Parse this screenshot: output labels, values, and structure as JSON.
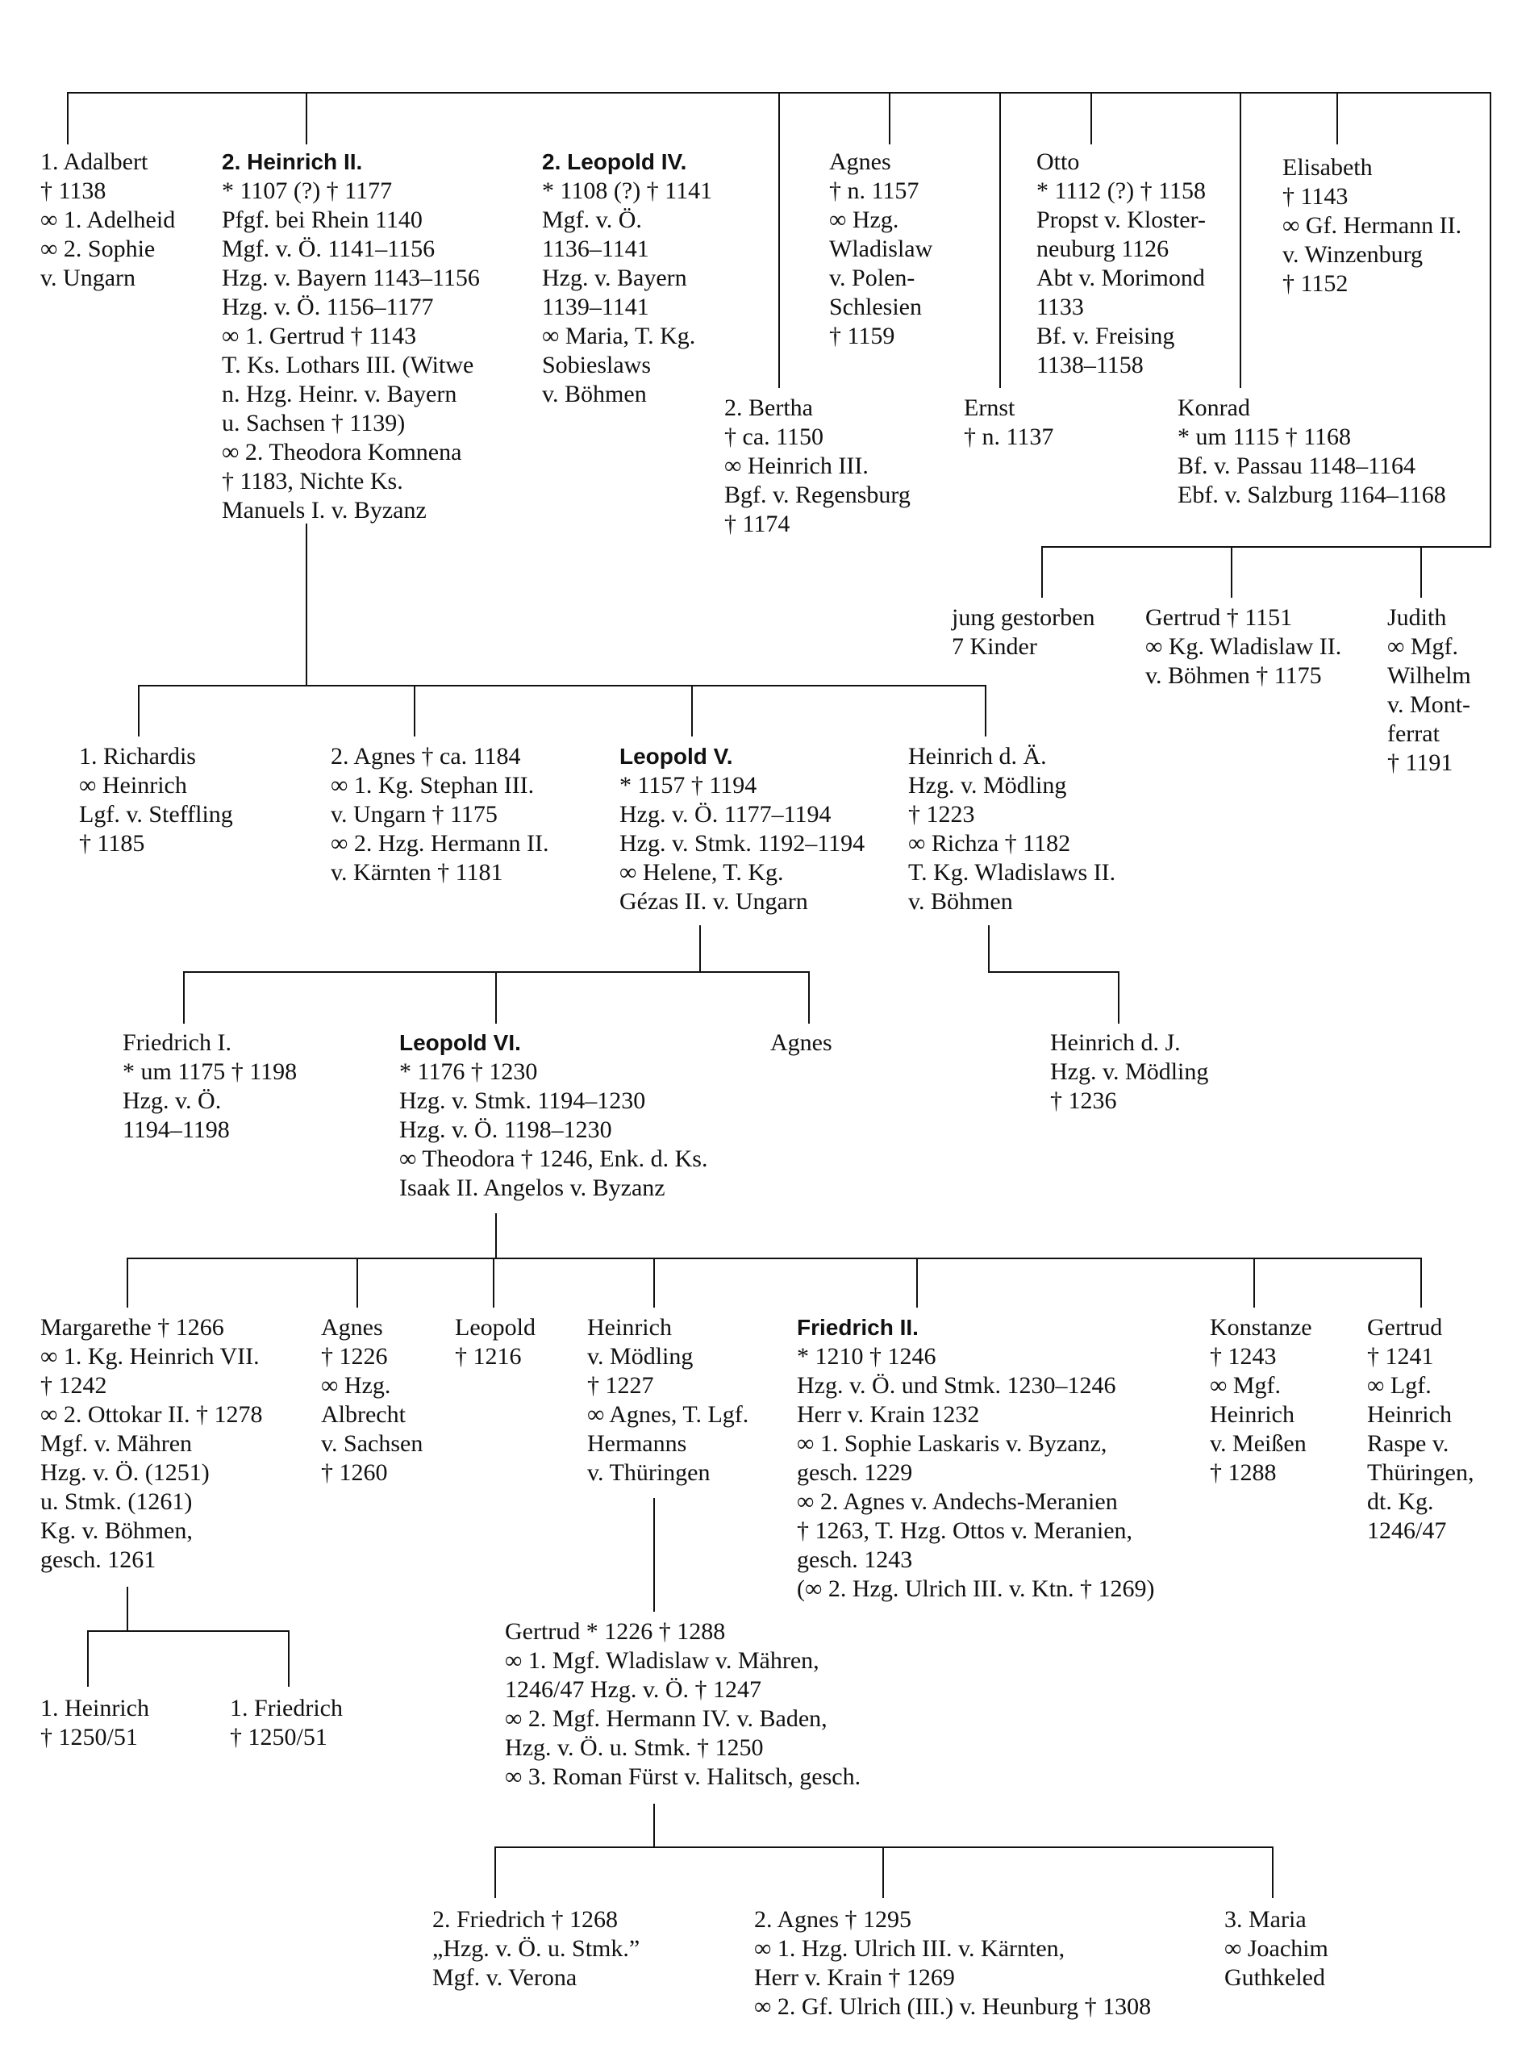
{
  "nodes": [
    {
      "id": "adalbert",
      "name": "1. Adalbert",
      "bold": false,
      "lines": [
        "† 1138",
        "∞ 1. Adelheid",
        "∞ 2. Sophie",
        "v. Ungarn"
      ]
    },
    {
      "id": "heinrich-ii",
      "name": "2. Heinrich II.",
      "bold": true,
      "lines": [
        "* 1107 (?)  † 1177",
        "Pfgf. bei Rhein 1140",
        "Mgf. v. Ö. 1141–1156",
        "Hzg. v. Bayern 1143–1156",
        "Hzg. v. Ö. 1156–1177",
        "∞ 1. Gertrud † 1143",
        "T. Ks. Lothars III. (Witwe",
        "n. Hzg. Heinr. v. Bayern",
        "u. Sachsen † 1139)",
        "∞ 2. Theodora Komnena",
        "† 1183, Nichte Ks.",
        "Manuels I. v. Byzanz"
      ]
    },
    {
      "id": "leopold-iv",
      "name": "2. Leopold IV.",
      "bold": true,
      "lines": [
        "* 1108 (?)  † 1141",
        "Mgf. v. Ö.",
        "1136–1141",
        "Hzg. v. Bayern",
        "1139–1141",
        "∞ Maria, T. Kg.",
        "Sobieslaws",
        "v. Böhmen"
      ]
    },
    {
      "id": "agnes-1",
      "name": "Agnes",
      "bold": false,
      "lines": [
        "† n. 1157",
        "∞ Hzg.",
        "Wladislaw",
        "v. Polen-",
        "Schlesien",
        "† 1159"
      ]
    },
    {
      "id": "otto",
      "name": "Otto",
      "bold": false,
      "lines": [
        "* 1112 (?)  † 1158",
        "Propst v. Kloster-",
        "neuburg 1126",
        "Abt v. Morimond",
        "1133",
        "Bf. v. Freising",
        "1138–1158"
      ]
    },
    {
      "id": "elisabeth",
      "name": "Elisabeth",
      "bold": false,
      "lines": [
        "† 1143",
        "∞ Gf. Hermann II.",
        "v. Winzenburg",
        "† 1152"
      ]
    },
    {
      "id": "bertha",
      "name": "2. Bertha",
      "bold": false,
      "lines": [
        "† ca. 1150",
        "∞ Heinrich III.",
        "Bgf. v. Regensburg",
        "† 1174"
      ]
    },
    {
      "id": "ernst",
      "name": "Ernst",
      "bold": false,
      "lines": [
        "† n. 1137"
      ]
    },
    {
      "id": "konrad",
      "name": "Konrad",
      "bold": false,
      "lines": [
        "* um 1115  † 1168",
        "Bf. v. Passau 1148–1164",
        "Ebf. v. Salzburg 1164–1168"
      ]
    },
    {
      "id": "jung",
      "name": "jung gestorben",
      "bold": false,
      "lines": [
        "7 Kinder"
      ]
    },
    {
      "id": "gertrud-1151",
      "name": "Gertrud † 1151",
      "bold": false,
      "lines": [
        "∞ Kg. Wladislaw II.",
        "v. Böhmen † 1175"
      ]
    },
    {
      "id": "judith",
      "name": "Judith",
      "bold": false,
      "lines": [
        "∞ Mgf.",
        "Wilhelm",
        "v. Mont-",
        "ferrat",
        "† 1191"
      ]
    },
    {
      "id": "richardis",
      "name": "1. Richardis",
      "bold": false,
      "lines": [
        "∞ Heinrich",
        "Lgf. v. Steffling",
        "† 1185"
      ]
    },
    {
      "id": "agnes-1184",
      "name": "2. Agnes † ca. 1184",
      "bold": false,
      "lines": [
        "∞ 1. Kg. Stephan III.",
        "v. Ungarn † 1175",
        "∞ 2. Hzg. Hermann II.",
        "v. Kärnten † 1181"
      ]
    },
    {
      "id": "leopold-v",
      "name": "Leopold V.",
      "bold": true,
      "lines": [
        "* 1157  † 1194",
        "Hzg. v. Ö. 1177–1194",
        "Hzg. v. Stmk. 1192–1194",
        "∞ Helene, T. Kg.",
        "Gézas II. v. Ungarn"
      ]
    },
    {
      "id": "heinrich-da",
      "name": "Heinrich d. Ä.",
      "bold": false,
      "lines": [
        "Hzg. v. Mödling",
        "† 1223",
        "∞ Richza † 1182",
        "T. Kg. Wladislaws II.",
        "v. Böhmen"
      ]
    },
    {
      "id": "friedrich-i",
      "name": "Friedrich I.",
      "bold": false,
      "lines": [
        "* um 1175  † 1198",
        "Hzg. v. Ö.",
        "1194–1198"
      ]
    },
    {
      "id": "leopold-vi",
      "name": "Leopold VI.",
      "bold": true,
      "lines": [
        "* 1176  † 1230",
        "Hzg. v. Stmk. 1194–1230",
        "Hzg. v. Ö. 1198–1230",
        "∞ Theodora † 1246, Enk. d. Ks.",
        "Isaak II. Angelos v. Byzanz"
      ]
    },
    {
      "id": "agnes-2",
      "name": "Agnes",
      "bold": false,
      "lines": []
    },
    {
      "id": "heinrich-dj",
      "name": "Heinrich d. J.",
      "bold": false,
      "lines": [
        "Hzg. v. Mödling",
        "† 1236"
      ]
    },
    {
      "id": "margarethe",
      "name": "Margarethe † 1266",
      "bold": false,
      "lines": [
        "∞ 1. Kg. Heinrich VII.",
        "† 1242",
        "∞ 2. Ottokar II. † 1278",
        "Mgf. v. Mähren",
        "Hzg. v. Ö. (1251)",
        "u. Stmk. (1261)",
        "Kg. v. Böhmen,",
        "gesch. 1261"
      ]
    },
    {
      "id": "agnes-1226",
      "name": "Agnes",
      "bold": false,
      "lines": [
        "† 1226",
        "∞ Hzg.",
        "Albrecht",
        "v. Sachsen",
        "† 1260"
      ]
    },
    {
      "id": "leopold-1216",
      "name": "Leopold",
      "bold": false,
      "lines": [
        "† 1216"
      ]
    },
    {
      "id": "heinrich-moedling",
      "name": "Heinrich",
      "bold": false,
      "lines": [
        "v. Mödling",
        "† 1227",
        "∞ Agnes, T. Lgf.",
        "Hermanns",
        "v. Thüringen"
      ]
    },
    {
      "id": "friedrich-ii",
      "name": "Friedrich II.",
      "bold": true,
      "lines": [
        "* 1210  † 1246",
        "Hzg. v. Ö. und Stmk. 1230–1246",
        "Herr v. Krain 1232",
        "∞ 1. Sophie Laskaris v. Byzanz,",
        "gesch. 1229",
        "∞ 2. Agnes v. Andechs-Meranien",
        "† 1263,  T. Hzg. Ottos v. Meranien,",
        "gesch. 1243",
        "(∞ 2. Hzg. Ulrich III. v. Ktn. † 1269)"
      ]
    },
    {
      "id": "konstanze",
      "name": "Konstanze",
      "bold": false,
      "lines": [
        "† 1243",
        "∞ Mgf.",
        "Heinrich",
        "v. Meißen",
        "† 1288"
      ]
    },
    {
      "id": "gertrud-1241",
      "name": "Gertrud",
      "bold": false,
      "lines": [
        "† 1241",
        "∞ Lgf.",
        "Heinrich",
        "Raspe v.",
        "Thüringen,",
        "dt. Kg.",
        "1246/47"
      ]
    },
    {
      "id": "heinrich-1250",
      "name": "1. Heinrich",
      "bold": false,
      "lines": [
        "† 1250/51"
      ]
    },
    {
      "id": "friedrich-1250",
      "name": "1. Friedrich",
      "bold": false,
      "lines": [
        "† 1250/51"
      ]
    },
    {
      "id": "gertrud-1288",
      "name": "Gertrud  * 1226  † 1288",
      "bold": false,
      "lines": [
        "∞ 1. Mgf. Wladislaw v. Mähren,",
        "1246/47 Hzg. v. Ö. † 1247",
        "∞ 2. Mgf. Hermann IV. v. Baden,",
        "Hzg. v. Ö. u. Stmk. † 1250",
        "∞ 3. Roman Fürst v. Halitsch, gesch."
      ]
    },
    {
      "id": "friedrich-1268",
      "name": "2. Friedrich † 1268",
      "bold": false,
      "lines": [
        "„Hzg. v. Ö. u. Stmk.”",
        "Mgf. v. Verona"
      ]
    },
    {
      "id": "agnes-1295",
      "name": "2. Agnes † 1295",
      "bold": false,
      "lines": [
        "∞ 1. Hzg. Ulrich III. v. Kärnten,",
        "Herr v. Krain † 1269",
        "∞ 2. Gf. Ulrich (III.) v. Heunburg † 1308"
      ]
    },
    {
      "id": "maria",
      "name": "3. Maria",
      "bold": false,
      "lines": [
        "∞ Joachim",
        "Guthkeled"
      ]
    }
  ]
}
